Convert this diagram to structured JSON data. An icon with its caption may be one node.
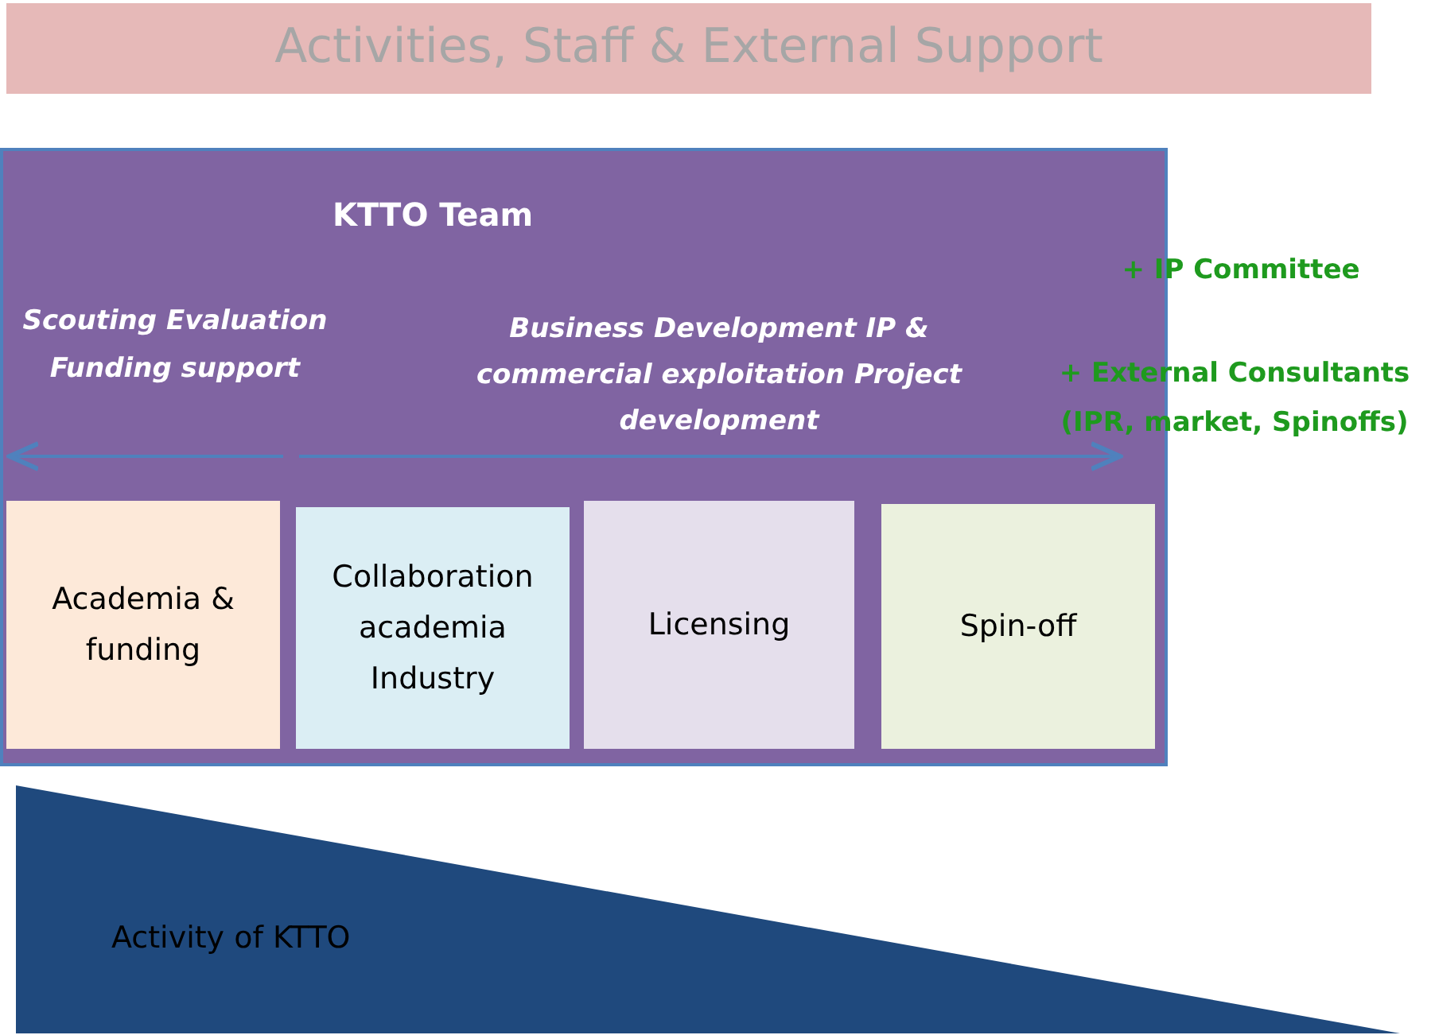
{
  "diagram": {
    "nodes": [
      {
        "text": [
          "Activities, Staff & External Support"
        ]
      },
      {
        "text": [
          "KTTO Team",
          "Scouting Evaluation Funding support",
          "Business Development IP & commercial exploitation Project development"
        ]
      },
      {
        "text": [
          "Academia & funding"
        ],
        "in": 1
      },
      {
        "text": [
          "Collaboration academia Industry"
        ],
        "in": 1
      },
      {
        "text": [
          "Licensing"
        ],
        "in": 1
      },
      {
        "text": [
          "Spin-off"
        ],
        "in": 1
      },
      {
        "text": [
          "Activity of KTTO"
        ]
      }
    ],
    "edges": [],
    "labels": [
      "+ IP Committee",
      "+ External Consultants (IPR, market, Spinoffs)"
    ]
  }
}
